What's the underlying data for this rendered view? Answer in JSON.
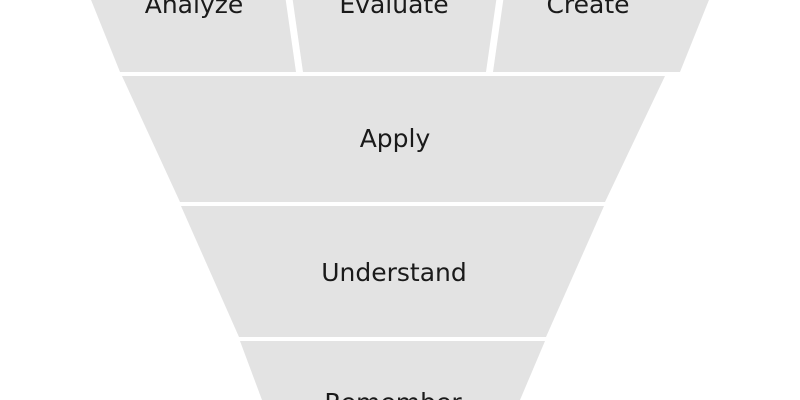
{
  "colors": {
    "segment_fill": "#e3e3e3",
    "divider": "#ffffff",
    "text": "#1a1a1a",
    "background": "#ffffff"
  },
  "funnel": {
    "top_row": [
      "Analyze",
      "Evaluate",
      "Create"
    ],
    "levels": [
      "Apply",
      "Understand",
      "Remember"
    ]
  }
}
